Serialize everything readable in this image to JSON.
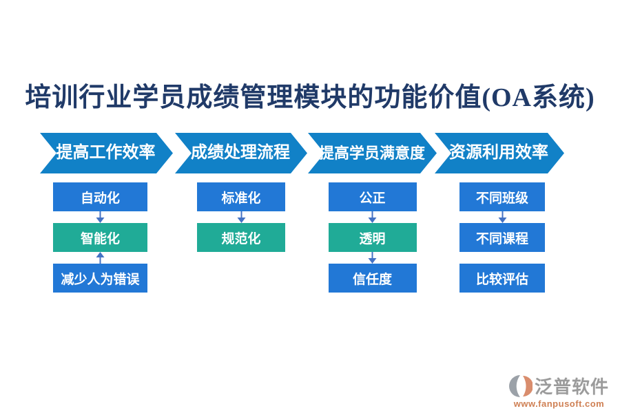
{
  "page": {
    "title": "培训行业学员成绩管理模块的功能价值(OA系统)"
  },
  "colors": {
    "title_navy": "#203a68",
    "chevron_blue": "#1181c7",
    "box_blue": "#2278d6",
    "box_green": "#20ab97",
    "arrow_blue": "#4472c4",
    "watermark_gray": "#9b9b9b",
    "watermark_orange": "#cf8054"
  },
  "columns": [
    {
      "header": "提高工作效率",
      "items": [
        {
          "label": "自动化",
          "color": "blue"
        },
        {
          "label": "智能化",
          "color": "green"
        },
        {
          "label": "减少人为错误",
          "color": "blue"
        }
      ],
      "connectors": [
        "down",
        "up"
      ]
    },
    {
      "header": "成绩处理流程",
      "items": [
        {
          "label": "标准化",
          "color": "blue"
        },
        {
          "label": "规范化",
          "color": "green"
        }
      ],
      "connectors": [
        "down"
      ]
    },
    {
      "header": "提高学员满意度",
      "items": [
        {
          "label": "公正",
          "color": "blue"
        },
        {
          "label": "透明",
          "color": "green"
        },
        {
          "label": "信任度",
          "color": "blue"
        }
      ],
      "connectors": [
        "down",
        "down"
      ]
    },
    {
      "header": "资源利用效率",
      "items": [
        {
          "label": "不同班级",
          "color": "blue"
        },
        {
          "label": "不同课程",
          "color": "blue"
        },
        {
          "label": "比较评估",
          "color": "blue"
        }
      ],
      "connectors": [
        "down",
        "none"
      ]
    }
  ],
  "watermark": {
    "brand": "泛普软件",
    "url": "www.fanpusoft.com"
  }
}
